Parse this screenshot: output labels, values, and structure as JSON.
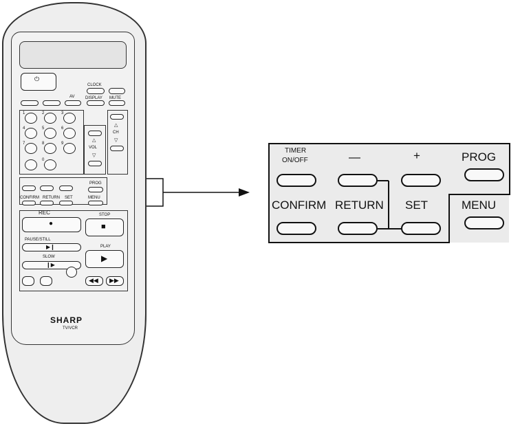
{
  "remote": {
    "brand": "SHARP",
    "model": "TV/VCR",
    "clock": "CLOCK",
    "display": "DISPLAY",
    "mute": "MUTE",
    "av": "AV",
    "vol": "VOL",
    "ch": "CH",
    "prog": "PROG",
    "confirm": "CONFIRM",
    "return": "RETURN",
    "set": "SET",
    "menu": "MENU",
    "rec": "REC",
    "stop": "STOP",
    "pause_still": "PAUSE/STILL",
    "slow": "SLOW",
    "play": "PLAY",
    "num_labels": [
      "1",
      "2",
      "3",
      "4",
      "5",
      "6",
      "7",
      "8",
      "9",
      "0"
    ]
  },
  "panel": {
    "timer_line1": "TIMER",
    "timer_line2": "ON/OFF",
    "minus": "—",
    "plus": "+",
    "prog": "PROG",
    "confirm": "CONFIRM",
    "return": "RETURN",
    "set": "SET",
    "menu": "MENU"
  }
}
